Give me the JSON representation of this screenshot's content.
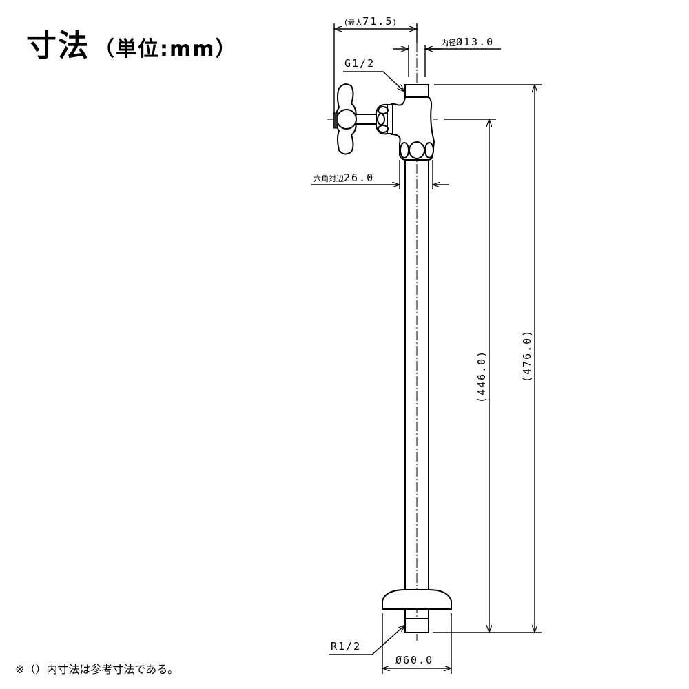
{
  "title": {
    "main": "寸法",
    "unit": "（単位:mm）"
  },
  "note": "※（）内寸法は参考寸法である。",
  "dimensions": {
    "max_width_prefix": "最大",
    "max_width": "71.5",
    "inner_dia_prefix": "内径",
    "inner_dia": "Ø13.0",
    "top_thread": "G1/2",
    "hex_prefix": "六角対辺",
    "hex": "26.0",
    "height_handle": "(446.0)",
    "height_total": "(476.0)",
    "bottom_thread": "R1/2",
    "flange_dia": "Ø60.0"
  }
}
